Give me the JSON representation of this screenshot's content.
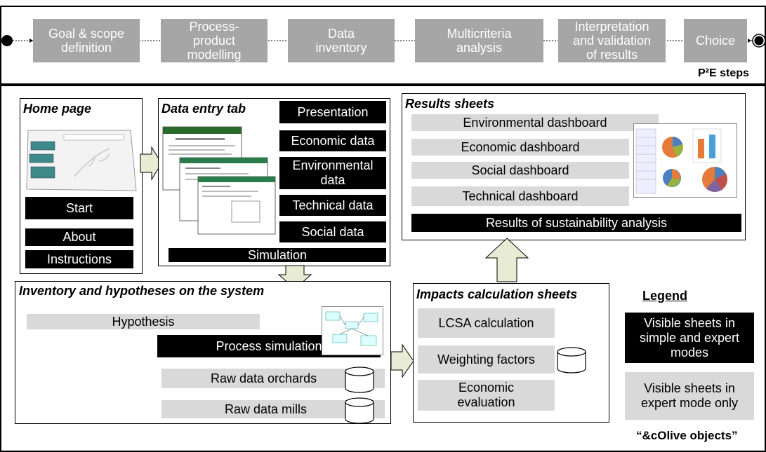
{
  "steps_bar": {
    "steps": [
      {
        "label": "Goal & scope\ndefinition"
      },
      {
        "label": "Process-\nproduct\nmodelling"
      },
      {
        "label": "Data\ninventory"
      },
      {
        "label": "Multicriteria\nanalysis"
      },
      {
        "label": "Interpretation\nand validation\nof results"
      },
      {
        "label": "Choice"
      }
    ],
    "caption": "P²E steps"
  },
  "home_page": {
    "title": "Home page",
    "buttons": [
      "Start",
      "About",
      "Instructions"
    ]
  },
  "data_entry": {
    "title": "Data entry tab",
    "tabs": [
      "Presentation",
      "Economic data",
      "Environmental\ndata",
      "Technical data",
      "Social data"
    ],
    "simulation": "Simulation"
  },
  "results": {
    "title": "Results sheets",
    "dashboards": [
      "Environmental dashboard",
      "Economic dashboard",
      "Social dashboard",
      "Technical dashboard"
    ],
    "summary": "Results of sustainability analysis"
  },
  "inventory": {
    "title": "Inventory and hypotheses on the system",
    "hypothesis": "Hypothesis",
    "process_simulation": "Process simulation",
    "raw_orchards": "Raw data orchards",
    "raw_mills": "Raw data mills"
  },
  "impacts": {
    "title": "Impacts calculation sheets",
    "items": [
      "LCSA calculation",
      "Weighting factors",
      "Economic\nevaluation"
    ]
  },
  "legend": {
    "title": "Legend",
    "black_label": "Visible sheets in\nsimple and expert\nmodes",
    "grey_label": "Visible sheets in\nexpert mode only"
  },
  "footer": {
    "caption": "“&cOlive objects”"
  },
  "colors": {
    "step_fill": "#a6a6a6",
    "black_sheet": "#000000",
    "grey_sheet": "#d9d9d9",
    "arrow_fill": "#e8ecd4"
  }
}
